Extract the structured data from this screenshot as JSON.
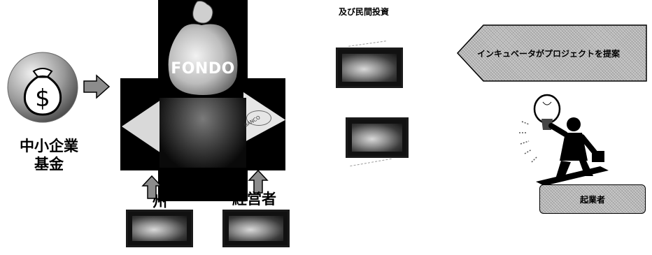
{
  "fund": {
    "label_line1": "中小企業",
    "label_line2": "基金"
  },
  "center": {
    "title": "FONDO",
    "card_text": "BANCO"
  },
  "investors": {
    "state_label": "州",
    "manager_label": "経営者"
  },
  "private_investment": {
    "title": "及び民間投資"
  },
  "incubator": {
    "banner_text": "インキュベータがプロジェクトを提案",
    "entrepreneur_label": "起業者"
  },
  "colors": {
    "black": "#000000",
    "gray_fill": "#c9c9c9",
    "gray_arrow": "#8c8c8c"
  }
}
